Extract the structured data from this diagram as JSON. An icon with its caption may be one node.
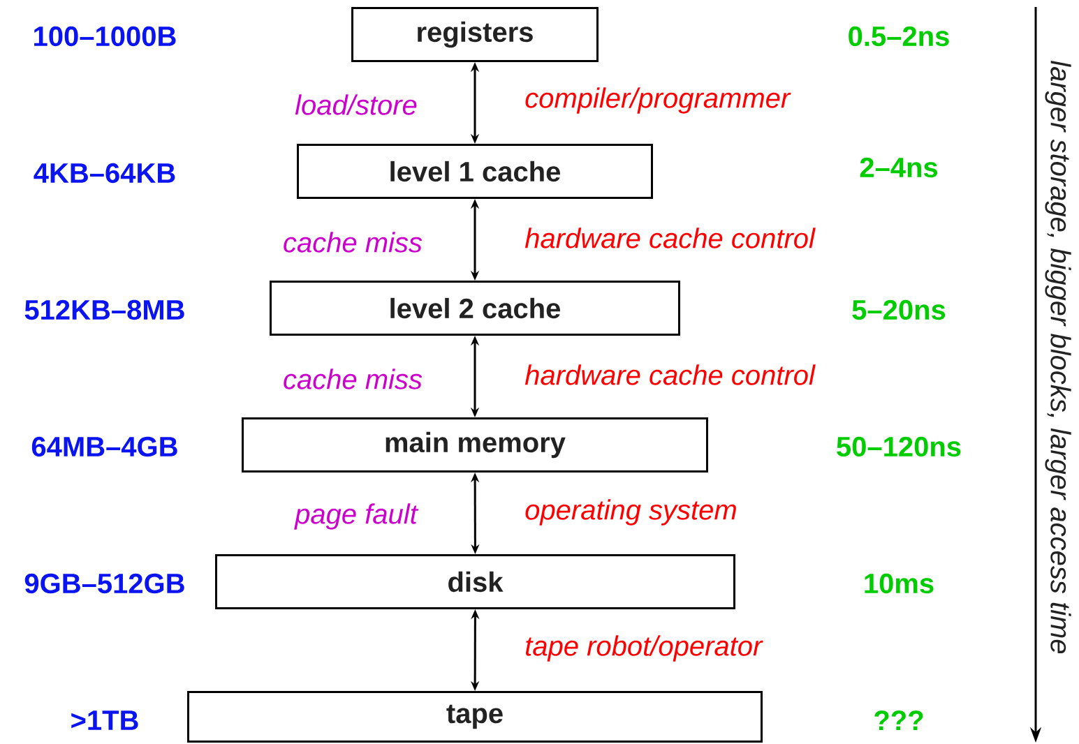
{
  "diagram": {
    "nodes": [
      {
        "text": [
          "registers"
        ]
      },
      {
        "text": [
          "level 1 cache"
        ]
      },
      {
        "text": [
          "level 2 cache"
        ]
      },
      {
        "text": [
          "main memory"
        ]
      },
      {
        "text": [
          "disk"
        ]
      },
      {
        "text": [
          "tape"
        ]
      }
    ],
    "edges": [
      {
        "from": 0,
        "to": 1,
        "arrow": "both",
        "label": "compiler/programmer"
      },
      {
        "from": 1,
        "to": 2,
        "arrow": "both",
        "label": "hardware cache control"
      },
      {
        "from": 2,
        "to": 3,
        "arrow": "both",
        "label": "hardware cache control"
      },
      {
        "from": 3,
        "to": 4,
        "arrow": "both",
        "label": "operating system"
      },
      {
        "from": 4,
        "to": 5,
        "arrow": "both",
        "label": "tape robot/operator"
      }
    ],
    "labels": [
      "100–1000B",
      "0.5–2ns",
      "load/store",
      "4KB–64KB",
      "2–4ns",
      "cache miss",
      "512KB–8MB",
      "5–20ns",
      "cache miss",
      "64MB–4GB",
      "50–120ns",
      "page fault",
      "9GB–512GB",
      "10ms",
      ">1TB",
      "???",
      "larger storage, bigger blocks, larger access time"
    ]
  }
}
